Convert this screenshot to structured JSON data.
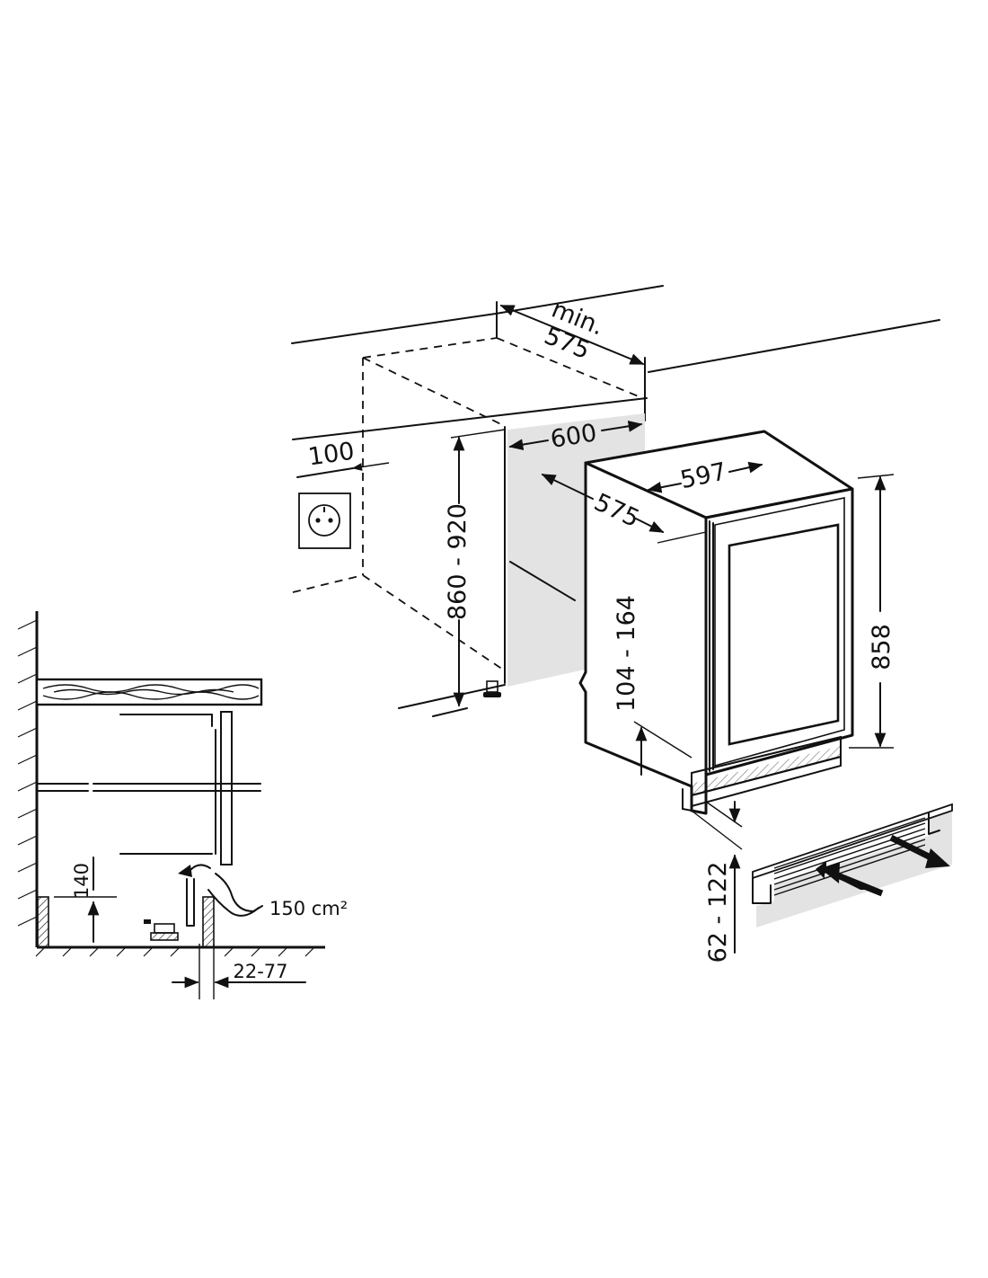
{
  "dimensions": {
    "niche_depth_min_label": "min.",
    "niche_depth_min_value": "575",
    "niche_width": "600",
    "socket_offset": "100",
    "niche_height": "860 - 920",
    "appliance_width": "597",
    "appliance_depth": "575",
    "appliance_height": "858",
    "plinth_height": "104 - 164",
    "plinth_gap": "62 - 122"
  },
  "section_view": {
    "vent_height": "140",
    "vent_area": "150 cm²",
    "plinth_offset": "22-77"
  },
  "colors": {
    "line": "#111111",
    "shade": "#e3e3e3",
    "background": "#ffffff"
  }
}
